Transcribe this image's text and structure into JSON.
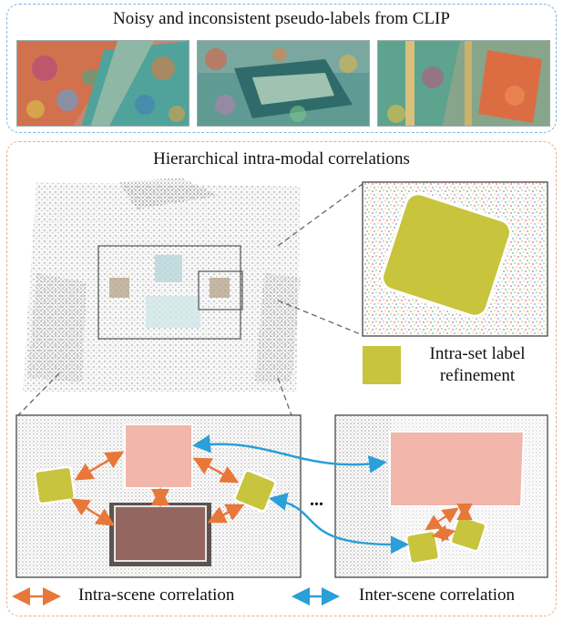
{
  "top_panel": {
    "title": "Noisy and inconsistent pseudo-labels from CLIP",
    "images": [
      "pseudo-label-view-1",
      "pseudo-label-view-2",
      "pseudo-label-view-3"
    ]
  },
  "main_panel": {
    "title": "Hierarchical intra-modal correlations"
  },
  "legend": {
    "intra_set": {
      "line1": "Intra-set label",
      "line2": "refinement",
      "color": "#c8c43e"
    },
    "intra_scene": {
      "label": "Intra-scene correlation",
      "color": "#e8773a"
    },
    "inter_scene": {
      "label": "Inter-scene correlation",
      "color": "#2a9fd8"
    }
  },
  "ellipsis": "...",
  "colors": {
    "top_border": "#7fb3e0",
    "bottom_border": "#f2a98a",
    "pink_region": "#f2b1a6",
    "brown_region": "#9c6a62",
    "yellow_region": "#c8c43e"
  }
}
